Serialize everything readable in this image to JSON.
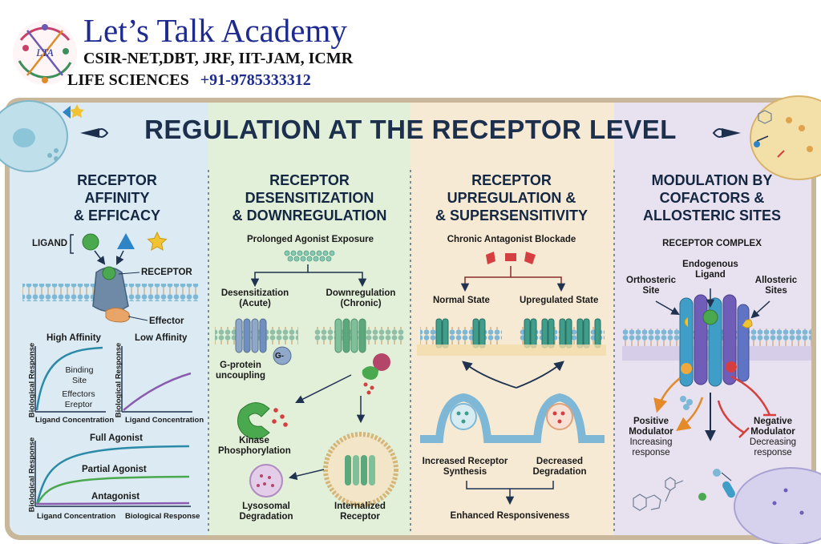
{
  "header": {
    "brand": "Let’s Talk Academy",
    "subtitle": "CSIR-NET,DBT, JRF, IIT-JAM, ICMR",
    "line3": "LIFE SCIENCES",
    "phone": "+91-9785333312",
    "logo_text": "LTA"
  },
  "title": "REGULATION AT THE RECEPTOR LEVEL",
  "panels": [
    {
      "title_lines": [
        "RECEPTOR",
        "AFFINITY",
        "& EFFICACY"
      ],
      "ligand": "LIGAND",
      "receptor": "RECEPTOR",
      "effector": "Effector",
      "high_affinity": "High Affinity",
      "low_affinity": "Low Affinity",
      "binding_site": "Binding Site",
      "effectors_ereptor": "Effectors Ereptor",
      "bio_response": "Biological Response",
      "ligand_conc": "Ligand Concentration",
      "full_agonist": "Full Agonist",
      "partial_agonist": "Partial Agonist",
      "antagonist": "Antagonist",
      "x_label_2": "Biological Response"
    },
    {
      "title_lines": [
        "RECEPTOR",
        "DESENSITIZATION",
        "& DOWNREGULATION"
      ],
      "prolonged": "Prolonged Agonist Exposure",
      "desens": "Desensitization (Acute)",
      "downreg": "Downregulation (Chronic)",
      "gprotein": "G-protein uncoupling",
      "g_minus": "G-",
      "kinase": "Kinase Phosphorylation",
      "lysosomal": "Lysosomal Degradation",
      "internalized": "Internalized Receptor"
    },
    {
      "title_lines": [
        "RECEPTOR",
        "UPREGULATION &",
        "& SUPERSENSITIVITY"
      ],
      "chronic": "Chronic Antagonist Blockade",
      "normal": "Normal State",
      "upregulated": "Upregulated State",
      "increased": "Increased Receptor Synthesis",
      "decreased": "Decreased Degradation",
      "enhanced": "Enhanced Responsiveness"
    },
    {
      "title_lines": [
        "MODULATION BY",
        "COFACTORS &",
        "ALLOSTERIC SITES"
      ],
      "complex": "RECEPTOR COMPLEX",
      "endogenous": "Endogenous Ligand",
      "orthosteric": "Orthosteric Site",
      "allosteric": "Allosteric Sites",
      "positive": "Positive Modulator",
      "positive_sub": "Increasing response",
      "negative": "Negative Modulator",
      "negative_sub": "Decreasing response"
    }
  ],
  "colors": {
    "panel1": "#dcebf3",
    "panel2": "#e2efd9",
    "panel3": "#f6ead4",
    "panel4": "#e8e1ef",
    "title": "#1c2f4d",
    "brand": "#1d2a8f"
  }
}
